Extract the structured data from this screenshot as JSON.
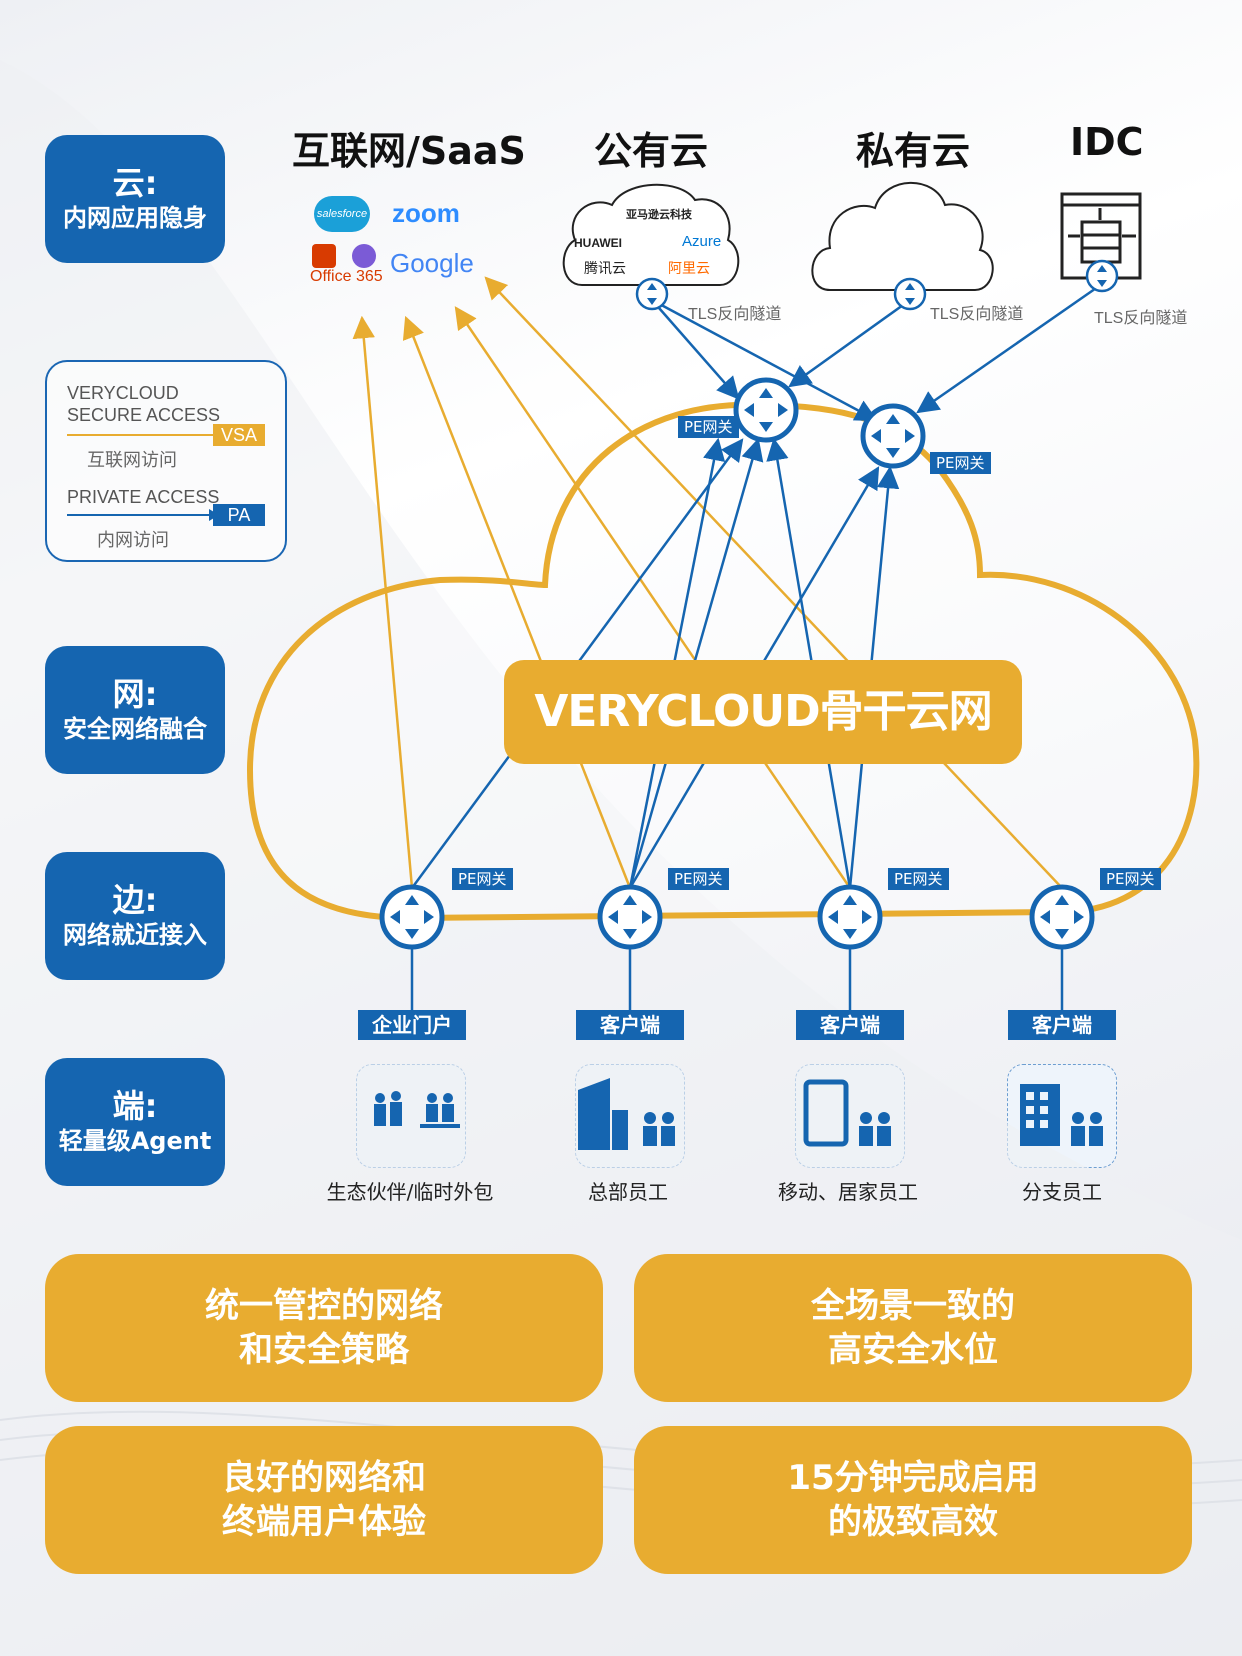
{
  "side_labels": [
    {
      "title": "云:",
      "subtitle": "内网应用隐身"
    },
    {
      "title": "网:",
      "subtitle": "安全网络融合"
    },
    {
      "title": "边:",
      "subtitle": "网络就近接入"
    },
    {
      "title": "端:",
      "subtitle": "轻量级Agent"
    }
  ],
  "legend": {
    "vsa_title_line1": "VERYCLOUD",
    "vsa_title_line2": "SECURE ACCESS",
    "vsa_tag": "VSA",
    "vsa_sub": "互联网访问",
    "pa_title": "PRIVATE ACCESS",
    "pa_tag": "PA",
    "pa_sub": "内网访问"
  },
  "column_headers": [
    "互联网/SaaS",
    "公有云",
    "私有云",
    "IDC"
  ],
  "saas_logos": {
    "salesforce": "salesforce",
    "zoom": "zoom",
    "office": "Office 365",
    "google": "Google"
  },
  "public_cloud_logos": {
    "aws": "亚马逊云科技",
    "huawei": "HUAWEI",
    "azure": "Azure",
    "tencent": "腾讯云",
    "aliyun": "阿里云"
  },
  "tls_label": "TLS反向隧道",
  "pe_label": "PE网关",
  "backbone_label": "VERYCLOUD骨干云网",
  "endpoints": [
    {
      "tag": "企业门户",
      "name": "生态伙伴/临时外包",
      "icon": "partners-icon"
    },
    {
      "tag": "客户端",
      "name": "总部员工",
      "icon": "headquarters-icon"
    },
    {
      "tag": "客户端",
      "name": "移动、居家员工",
      "icon": "mobile-home-icon"
    },
    {
      "tag": "客户端",
      "name": "分支员工",
      "icon": "branch-icon"
    }
  ],
  "benefits": [
    {
      "line1": "统一管控的网络",
      "line2": "和安全策略"
    },
    {
      "line1": "全场景一致的",
      "line2": "高安全水位"
    },
    {
      "line1": "良好的网络和",
      "line2": "终端用户体验"
    },
    {
      "line1": "15分钟完成启用",
      "line2": "的极致高效"
    }
  ],
  "colors": {
    "blue": "#1565b0",
    "orange": "#e8ac30"
  }
}
